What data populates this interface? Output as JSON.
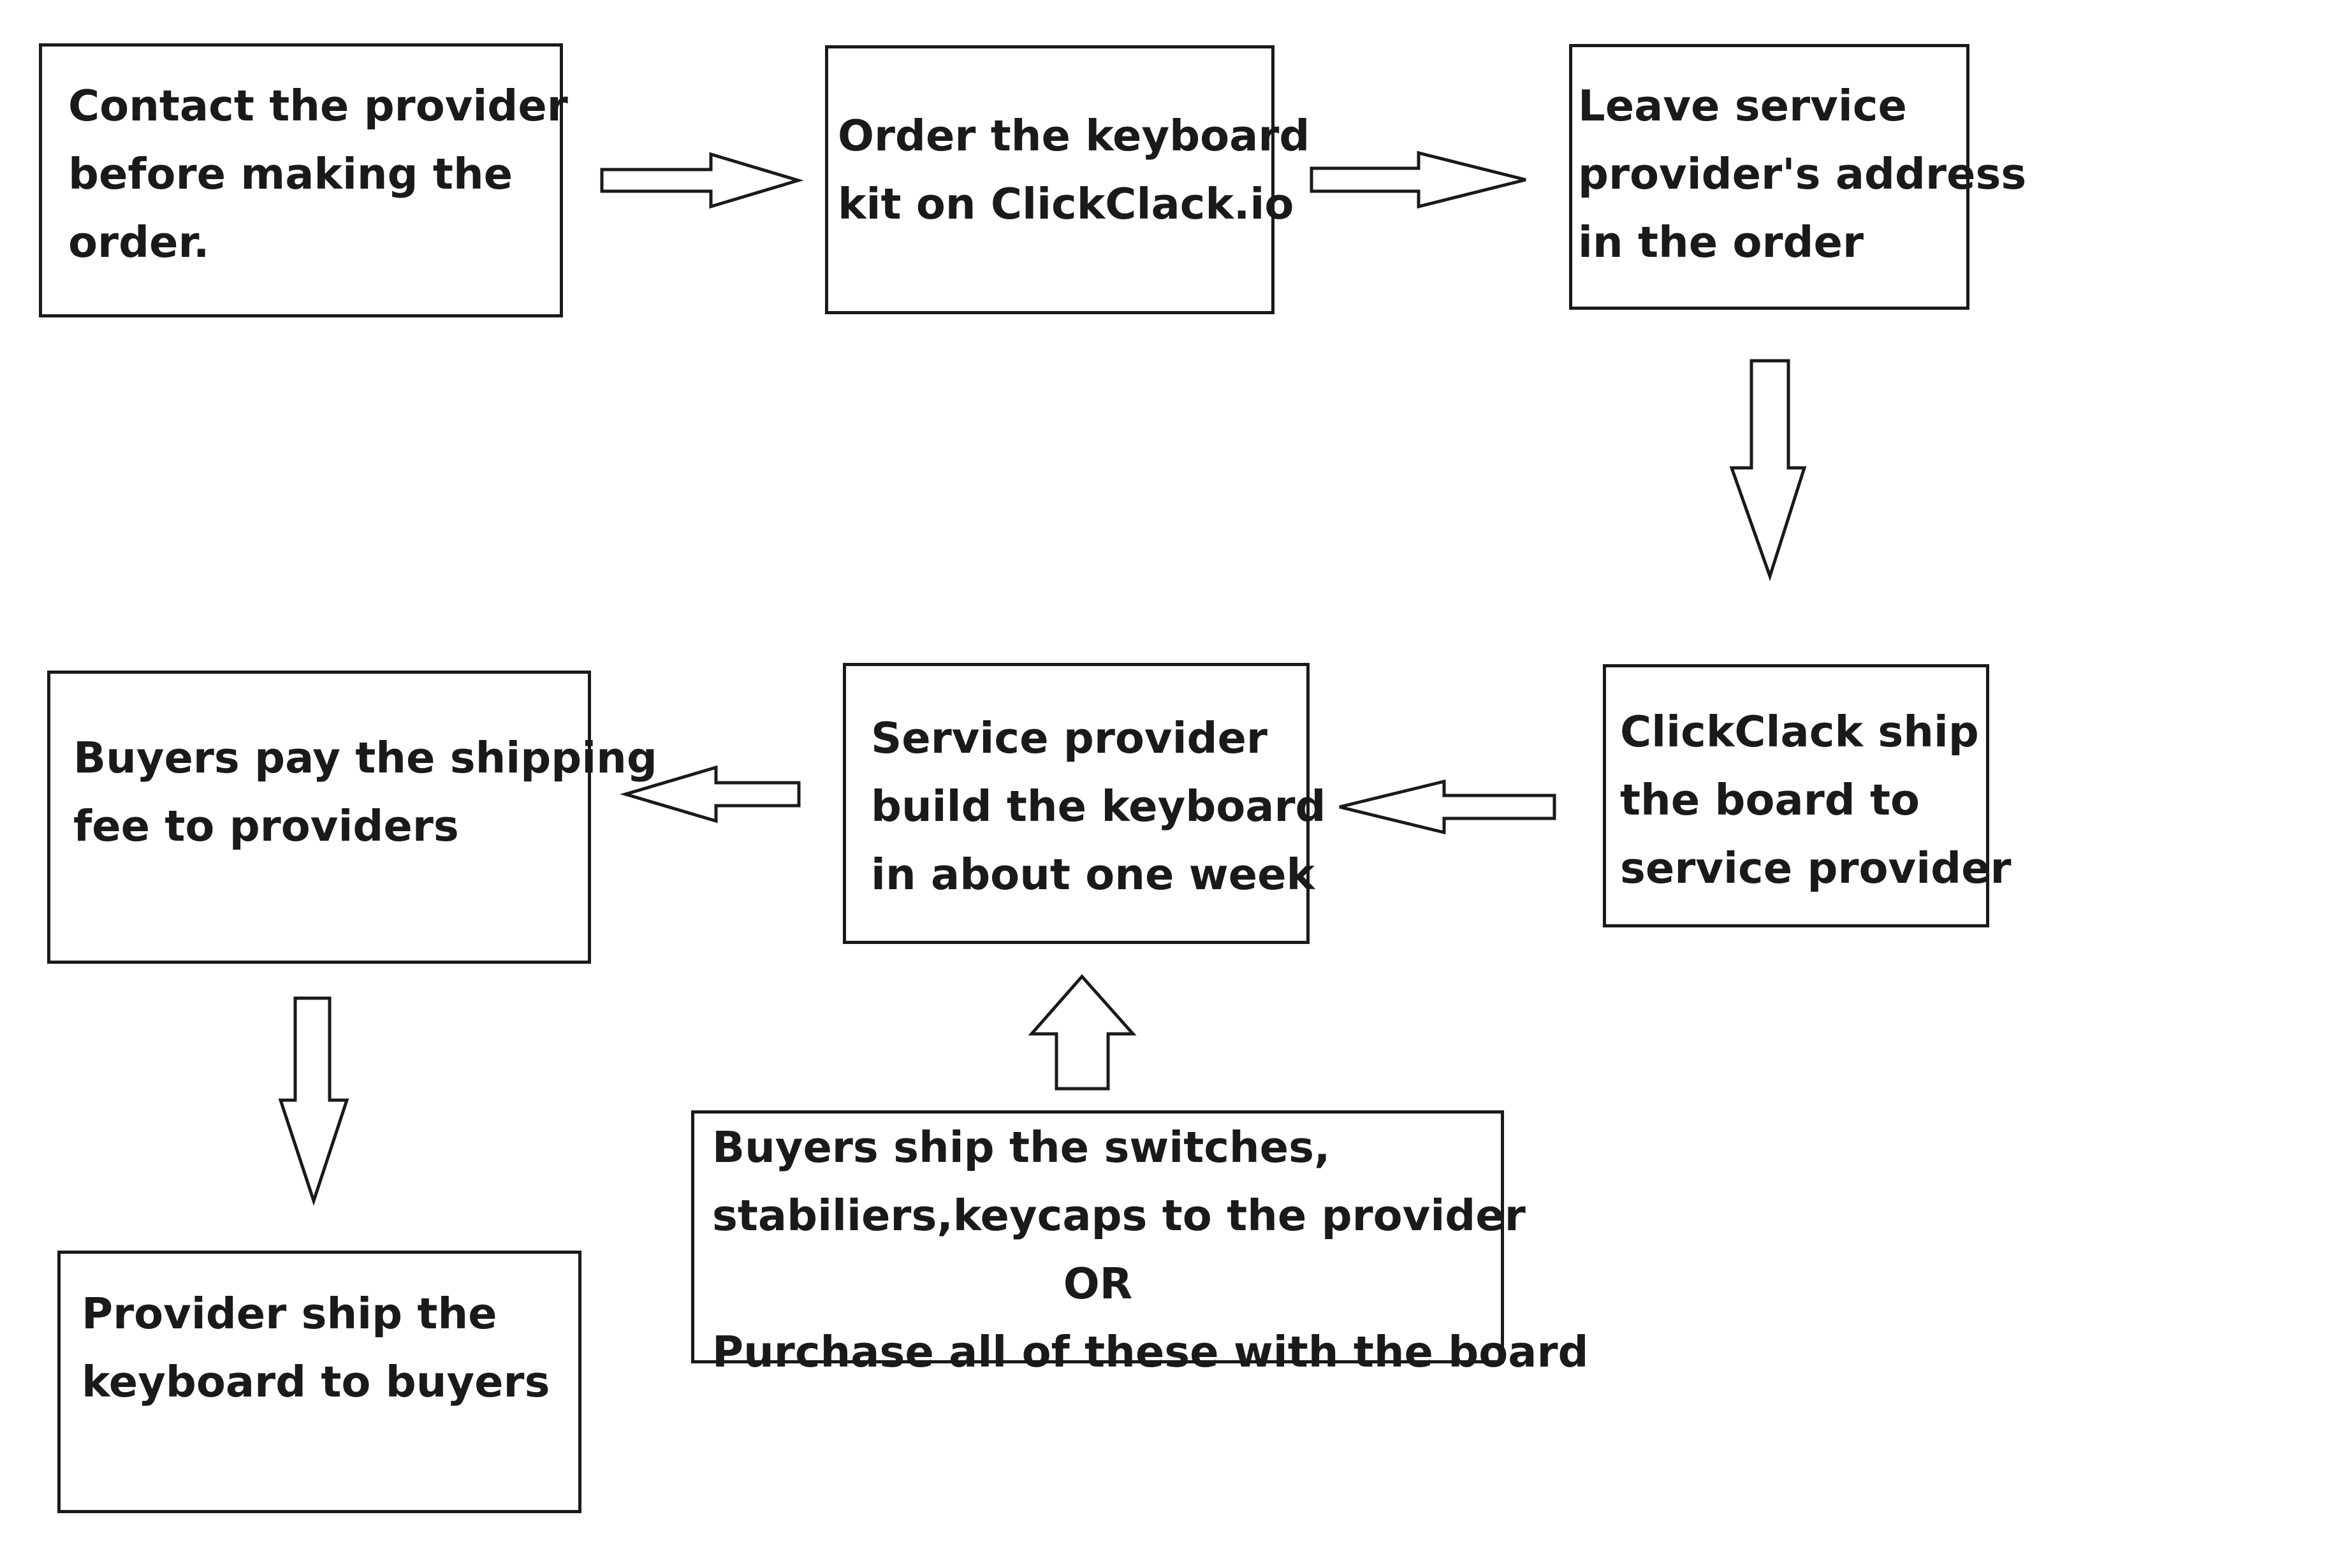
{
  "diagram": {
    "steps": {
      "contact_provider": [
        "Contact the provider",
        "before making the",
        "order."
      ],
      "order_kit": [
        "Order the keyboard",
        "kit on ClickClack.io"
      ],
      "leave_address": [
        "Leave service",
        "provider's address",
        "in the order"
      ],
      "clickclack_ship": [
        "ClickClack ship",
        "the board to",
        "service provider"
      ],
      "provider_build": [
        "Service provider",
        "build the keyboard",
        "in about one week"
      ],
      "buyers_pay": [
        "Buyers pay the shipping",
        "fee to providers"
      ],
      "buyers_ship_parts": {
        "line1": "Buyers ship the switches,",
        "line2": "stabiliers,keycaps to the provider",
        "or": "OR",
        "line4": "Purchase all of these with the board"
      },
      "provider_ship": [
        "Provider ship the",
        "keyboard to buyers"
      ]
    },
    "arrows": [
      {
        "from": "contact_provider",
        "to": "order_kit",
        "direction": "right"
      },
      {
        "from": "order_kit",
        "to": "leave_address",
        "direction": "right"
      },
      {
        "from": "leave_address",
        "to": "clickclack_ship",
        "direction": "down"
      },
      {
        "from": "clickclack_ship",
        "to": "provider_build",
        "direction": "left"
      },
      {
        "from": "buyers_ship_parts",
        "to": "provider_build",
        "direction": "up"
      },
      {
        "from": "provider_build",
        "to": "buyers_pay",
        "direction": "left"
      },
      {
        "from": "buyers_pay",
        "to": "provider_ship",
        "direction": "down"
      }
    ]
  }
}
